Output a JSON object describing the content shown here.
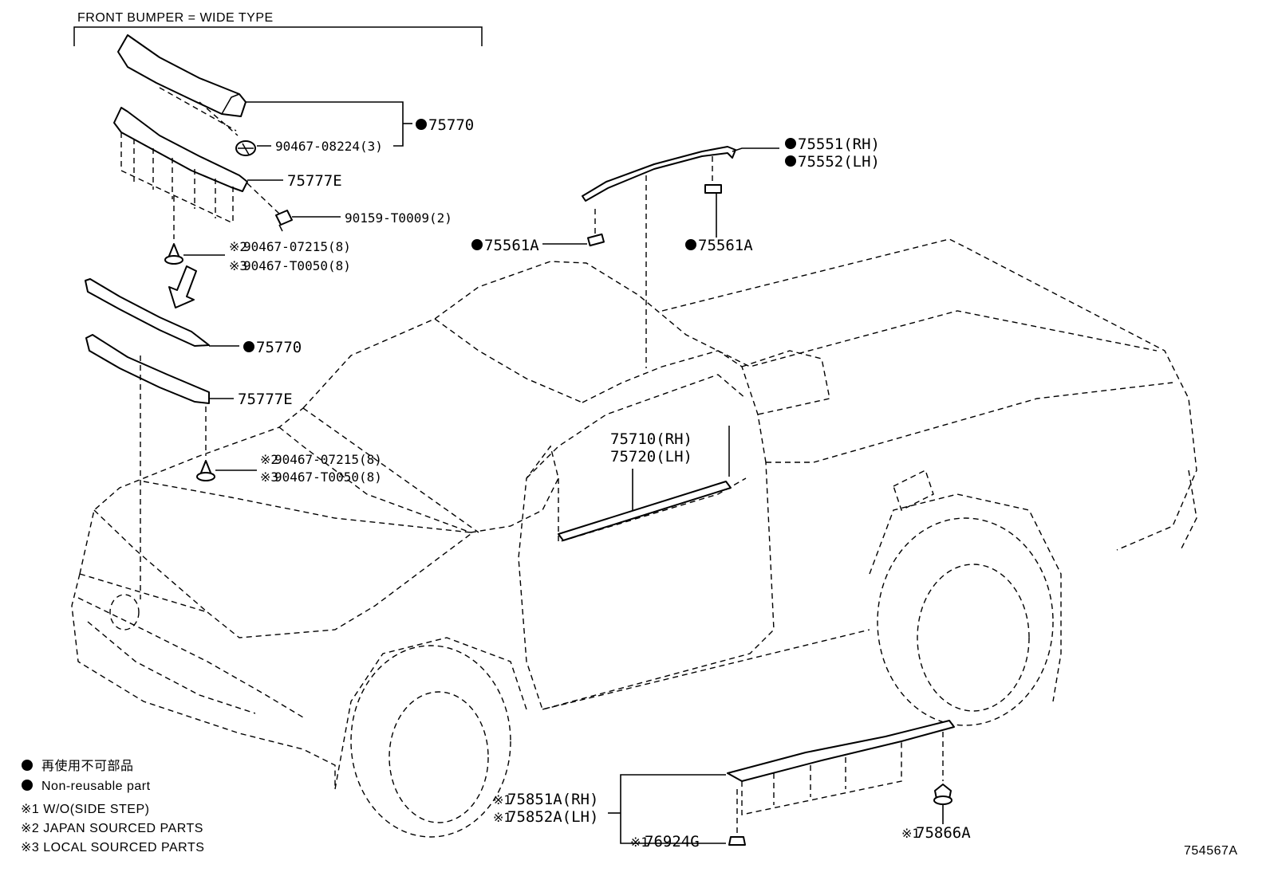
{
  "title": "FRONT BUMPER = WIDE TYPE",
  "diagram_code": "754567A",
  "labels": {
    "p75770_top": "75770",
    "p90467_08224": "90467-08224(3)",
    "p75777e_top": "75777E",
    "p90159": "90159-T0009(2)",
    "clip_top_a": "90467-07215(8)",
    "clip_top_a_mark": "※2",
    "clip_top_b": "90467-T0050(8)",
    "clip_top_b_mark": "※3",
    "p75770_mid": "75770",
    "p75777e_mid": "75777E",
    "clip_mid_a": "90467-07215(8)",
    "clip_mid_a_mark": "※2",
    "clip_mid_b": "90467-T0050(8)",
    "clip_mid_b_mark": "※3",
    "p75551": "75551(RH)",
    "p75552": "75552(LH)",
    "p75561a_left": "75561A",
    "p75561a_right": "75561A",
    "p75710": "75710(RH)",
    "p75720": "75720(LH)",
    "p75851a": "75851A(RH)",
    "p75851a_mark": "※1",
    "p75852a": "75852A(LH)",
    "p75852a_mark": "※1",
    "p76924g": "76924G",
    "p76924g_mark": "※1",
    "p75866a": "75866A",
    "p75866a_mark": "※1"
  },
  "legend": {
    "jp_nonreusable": "再使用不可部品",
    "en_nonreusable": "Non-reusable part",
    "note1": "※1 W/O(SIDE STEP)",
    "note2": "※2 JAPAN SOURCED PARTS",
    "note3": "※3 LOCAL SOURCED PARTS"
  }
}
